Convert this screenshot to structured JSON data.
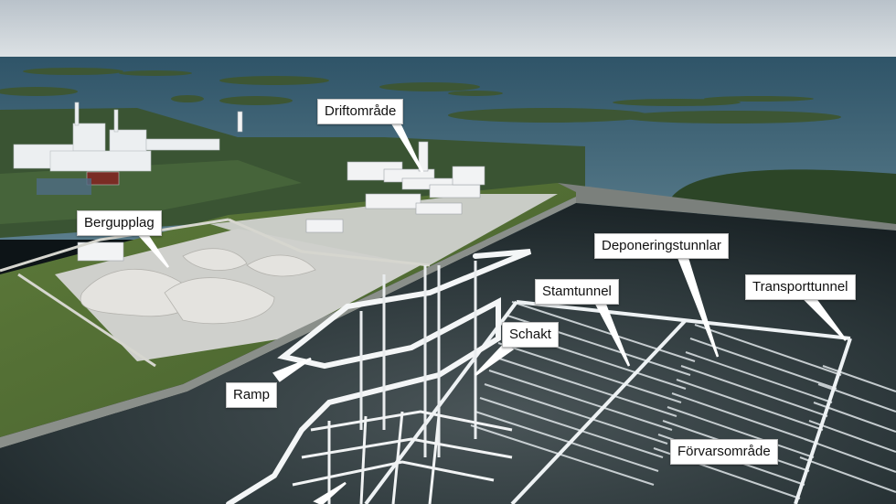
{
  "labels": {
    "driftomrade": "Driftområde",
    "bergupplag": "Bergupplag",
    "deponeringstunnlar": "Deponeringstunnlar",
    "stamtunnel": "Stamtunnel",
    "transporttunnel": "Transporttunnel",
    "schakt": "Schakt",
    "ramp": "Ramp",
    "forvarsomrade": "Förvarsområde"
  },
  "colors": {
    "sky": "#cfd6dc",
    "sea": "#3b5f73",
    "forest": "#2f4a2a",
    "bedrock": "#1e2a2e",
    "tunnel": "#e8edf0",
    "label_bg": "#ffffff"
  }
}
